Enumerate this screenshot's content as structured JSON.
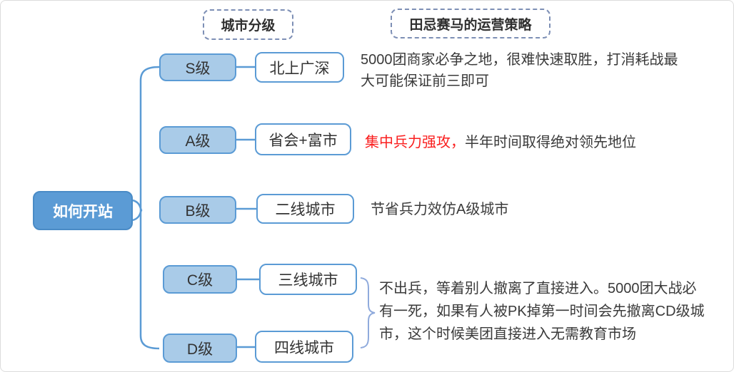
{
  "headers": {
    "city_tier": "城市分级",
    "strategy": "田忌赛马的运营策略"
  },
  "root": {
    "label": "如何开站"
  },
  "rows": [
    {
      "tier": "S级",
      "city": "北上广深",
      "note": "5000团商家必争之地，很难快速取胜，打消耗战最大可能保证前三即可",
      "note_lines": [
        "5000团商家必争之地，很难快速取胜，打消耗战最",
        "大可能保证前三即可"
      ]
    },
    {
      "tier": "A级",
      "city": "省会+富市",
      "note_red": "集中兵力强攻，",
      "note": "半年时间取得绝对领先地位"
    },
    {
      "tier": "B级",
      "city": "二线城市",
      "note": "节省兵力效仿A级城市"
    },
    {
      "tier": "C级",
      "city": "三线城市"
    },
    {
      "tier": "D级",
      "city": "四线城市"
    }
  ],
  "cd_note": {
    "full": "不出兵，等着别人撤离了直接进入。5000团大战必有一死，如果有人被PK掉第一时间会先撤离CD级城市，这个时候美团直接进入无需教育市场",
    "lines": [
      "不出兵，等着别人撤离了直接进入。5000团大战必",
      "有一死，如果有人被PK掉第一时间会先撤离CD级城",
      "市，这个时候美团直接进入无需教育市场"
    ]
  },
  "colors": {
    "accent_blue": "#5b9bd5",
    "tier_fill": "#a9cbe8",
    "root_fill": "#5b9bd5",
    "brace_blue": "#8faadc",
    "dashed_border": "#7d8fb5",
    "body_text": "#3a3a3a",
    "highlight_red": "#fa1e1e"
  }
}
